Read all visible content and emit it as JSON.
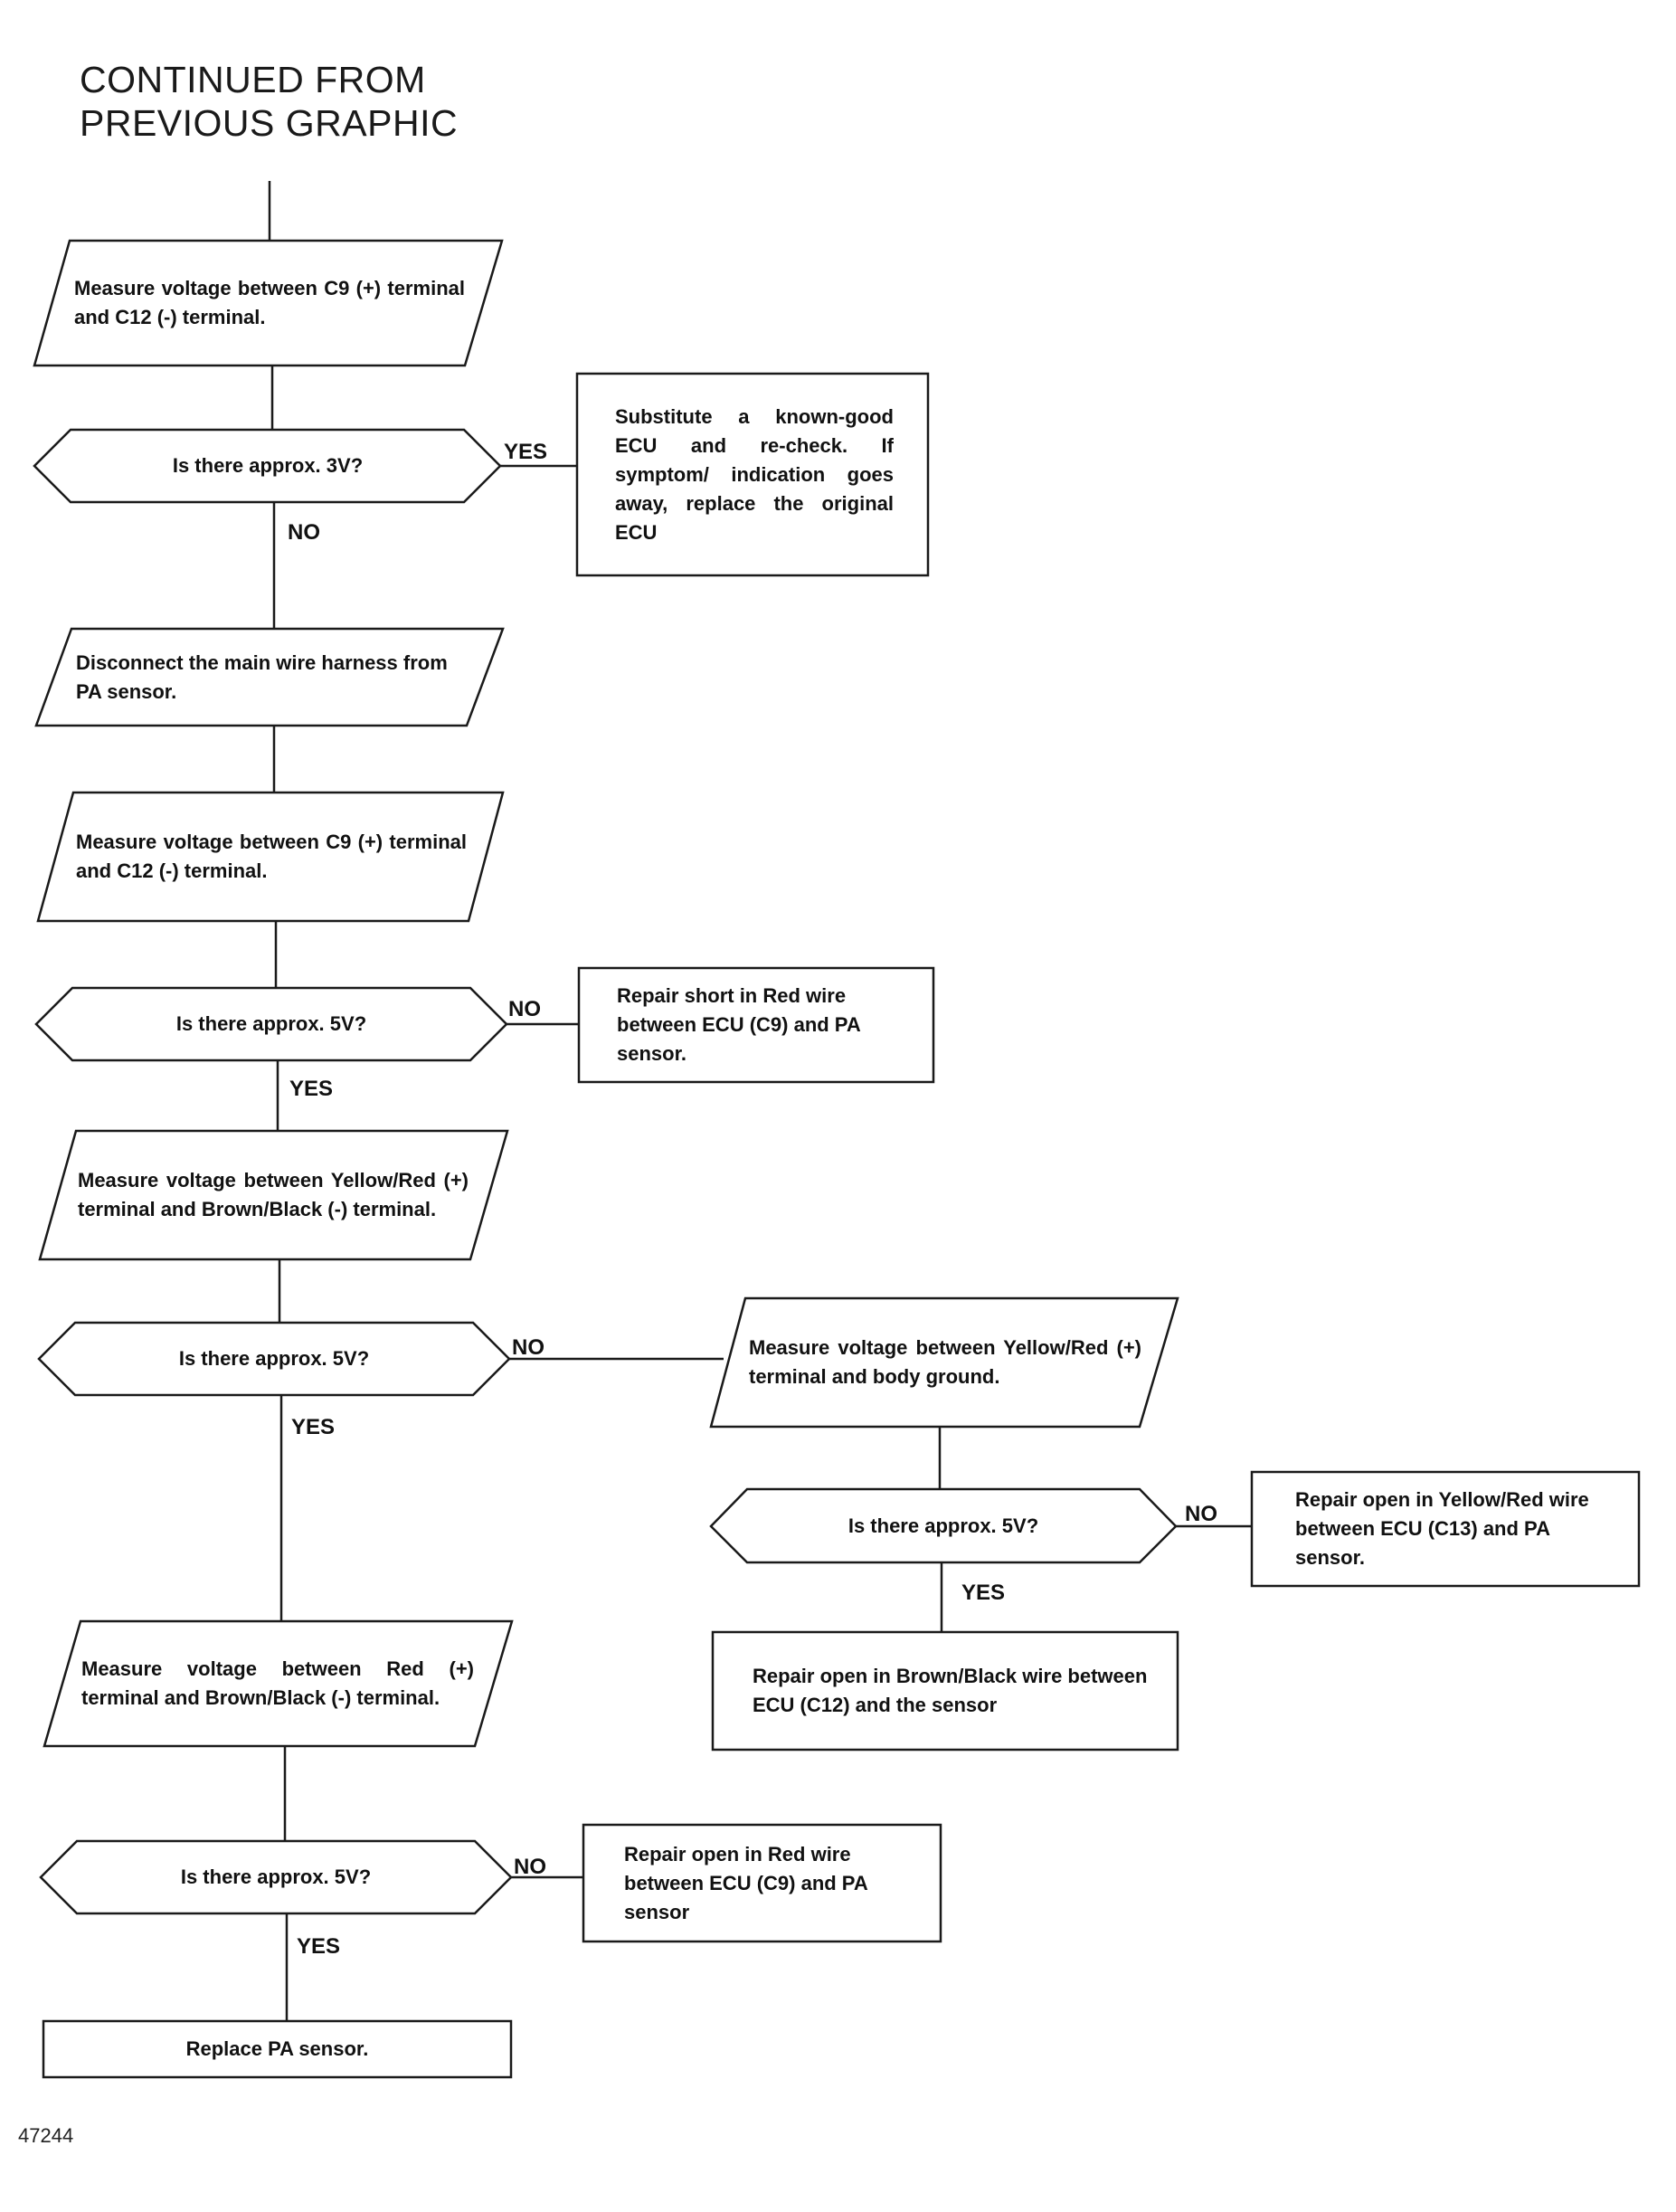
{
  "header": {
    "line1": "CONTINUED FROM",
    "line2": "PREVIOUS GRAPHIC"
  },
  "figure_id": "47244",
  "nodes": {
    "n1": "Measure voltage between C9 (+) terminal and C12 (-) terminal.",
    "d1": "Is there approx. 3V?",
    "r1": "Substitute a known-good ECU and re-check. If symptom/ indication goes away, replace the original ECU",
    "n2": "Disconnect the main wire harness from PA sensor.",
    "n3": "Measure voltage between C9 (+) terminal and C12 (-) terminal.",
    "d2": "Is there approx. 5V?",
    "r2": "Repair short in Red wire between ECU (C9) and PA sensor.",
    "n4": "Measure voltage between Yellow/Red (+) terminal and Brown/Black (-) terminal.",
    "d3": "Is there approx. 5V?",
    "n5": "Measure voltage between Yellow/Red (+) terminal and body ground.",
    "d4": "Is there approx. 5V?",
    "r3": "Repair open in Yellow/Red wire between ECU (C13) and PA sensor.",
    "r4": "Repair open in Brown/Black wire between ECU (C12) and the sensor",
    "n6": "Measure voltage between Red (+) terminal and Brown/Black (-) terminal.",
    "d5": "Is there approx. 5V?",
    "r5": "Repair open in Red wire between ECU (C9) and PA sensor",
    "n7": "Replace PA sensor."
  },
  "labels": {
    "d1_yes": "YES",
    "d1_no": "NO",
    "d2_no": "NO",
    "d2_yes": "YES",
    "d3_no": "NO",
    "d3_yes": "YES",
    "d4_no": "NO",
    "d4_yes": "YES",
    "d5_no": "NO",
    "d5_yes": "YES"
  }
}
